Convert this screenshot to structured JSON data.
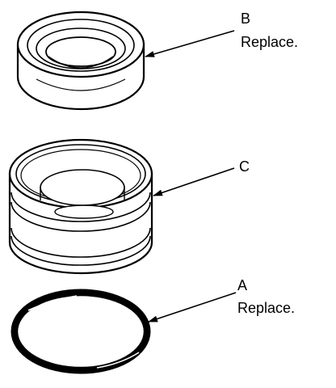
{
  "callouts": {
    "b": {
      "letter": "B",
      "note": "Replace."
    },
    "c": {
      "letter": "C"
    },
    "a": {
      "letter": "A",
      "note": "Replace."
    }
  },
  "colors": {
    "line": "#000000",
    "fill": "#ffffff"
  }
}
